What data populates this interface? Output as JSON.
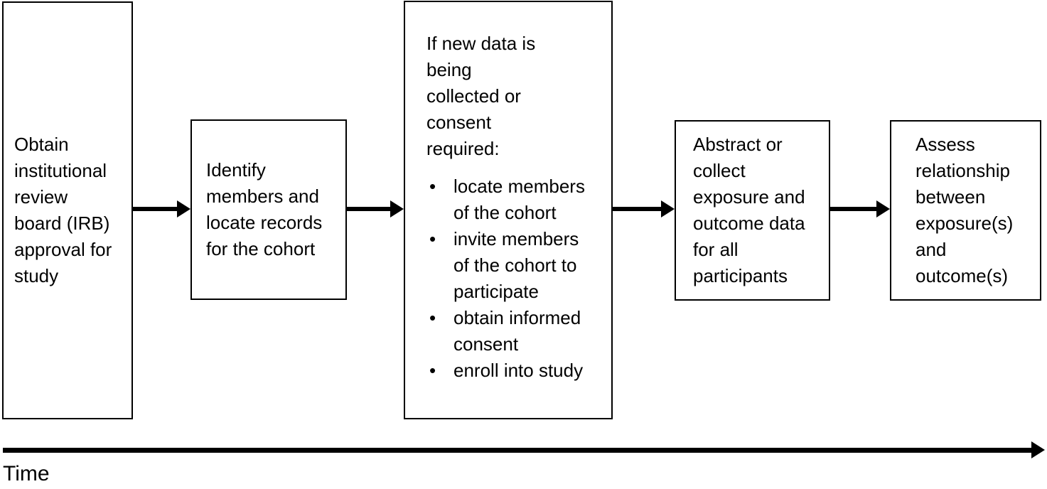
{
  "diagram": {
    "boxes": [
      {
        "text": "Obtain\ninstitutional\nreview\nboard (IRB)\napproval for\nstudy"
      },
      {
        "text": "Identify\nmembers and\nlocate records\nfor the cohort"
      },
      {
        "intro": "If new data is\nbeing\ncollected or\nconsent\nrequired:",
        "bullet_glyph": "•",
        "bullets": [
          "locate members\nof the cohort",
          "invite members\nof the cohort to\nparticipate",
          "obtain informed\nconsent",
          "enroll into study"
        ]
      },
      {
        "text": "Abstract or\ncollect\nexposure and\noutcome data\nfor all\nparticipants"
      },
      {
        "text": "Assess\nrelationship\nbetween\nexposure(s)\nand\noutcome(s)"
      }
    ],
    "timeline": {
      "label": "Time"
    },
    "colors": {
      "line": "#000000",
      "background": "#ffffff",
      "text": "#000000"
    }
  }
}
